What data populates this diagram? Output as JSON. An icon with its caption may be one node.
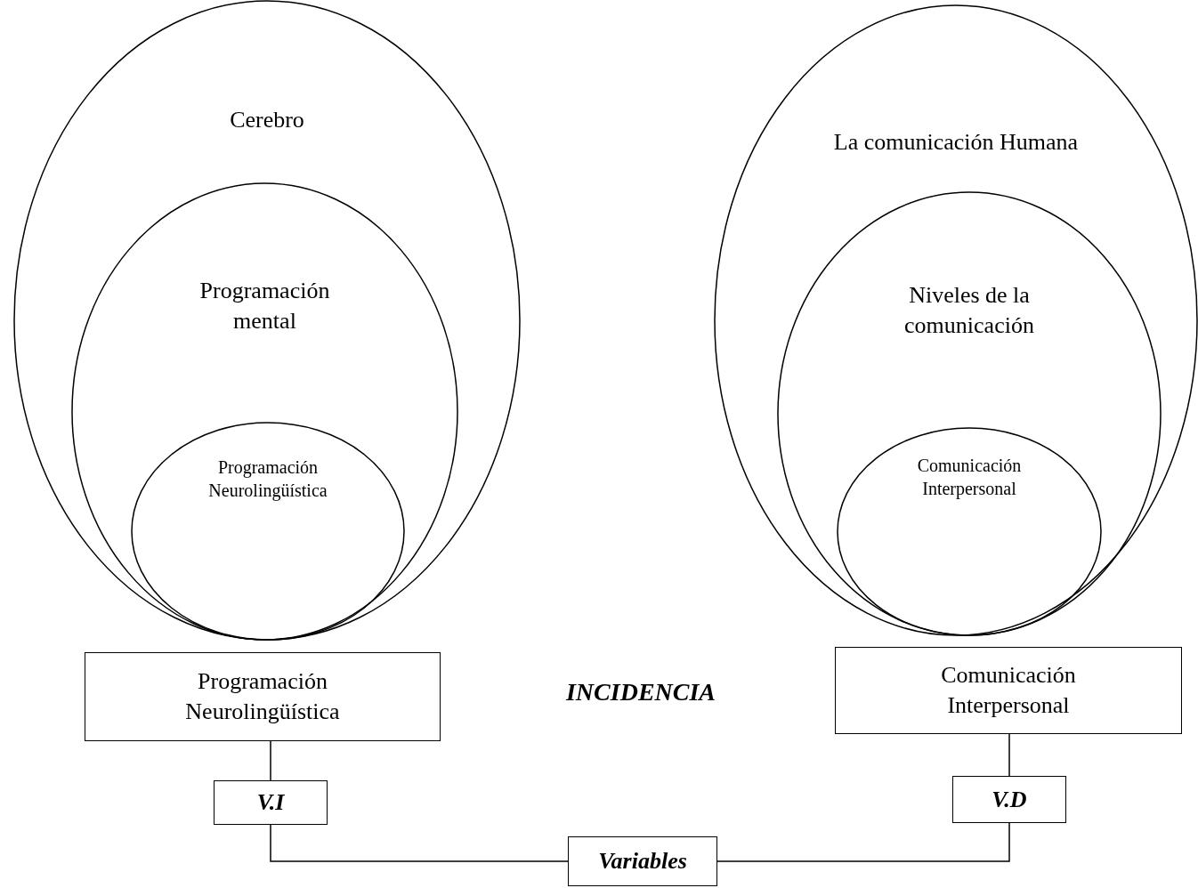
{
  "diagram": {
    "nodes": [
      {
        "text": [
          "Cerebro"
        ]
      },
      {
        "text": [
          "Programación mental"
        ],
        "in": 0
      },
      {
        "text": [
          "Programación Neurolingüística"
        ],
        "in": 1
      },
      {
        "text": [
          "La comunicación Humana"
        ]
      },
      {
        "text": [
          "Niveles de la comunicación"
        ],
        "in": 3
      },
      {
        "text": [
          "Comunicación Interpersonal"
        ],
        "in": 4
      },
      {
        "text": [
          "Programación Neurolingüística"
        ]
      },
      {
        "text": [
          "V.I"
        ]
      },
      {
        "text": [
          "Comunicación Interpersonal"
        ]
      },
      {
        "text": [
          "V.D"
        ]
      },
      {
        "text": [
          "Variables"
        ]
      }
    ],
    "edges": [
      {
        "from": 6,
        "to": 7,
        "arrow": "none"
      },
      {
        "from": 8,
        "to": 9,
        "arrow": "none"
      },
      {
        "from": 7,
        "to": 10,
        "arrow": "none"
      },
      {
        "from": 9,
        "to": 10,
        "arrow": "none"
      }
    ],
    "labels": [
      "INCIDENCIA"
    ]
  }
}
